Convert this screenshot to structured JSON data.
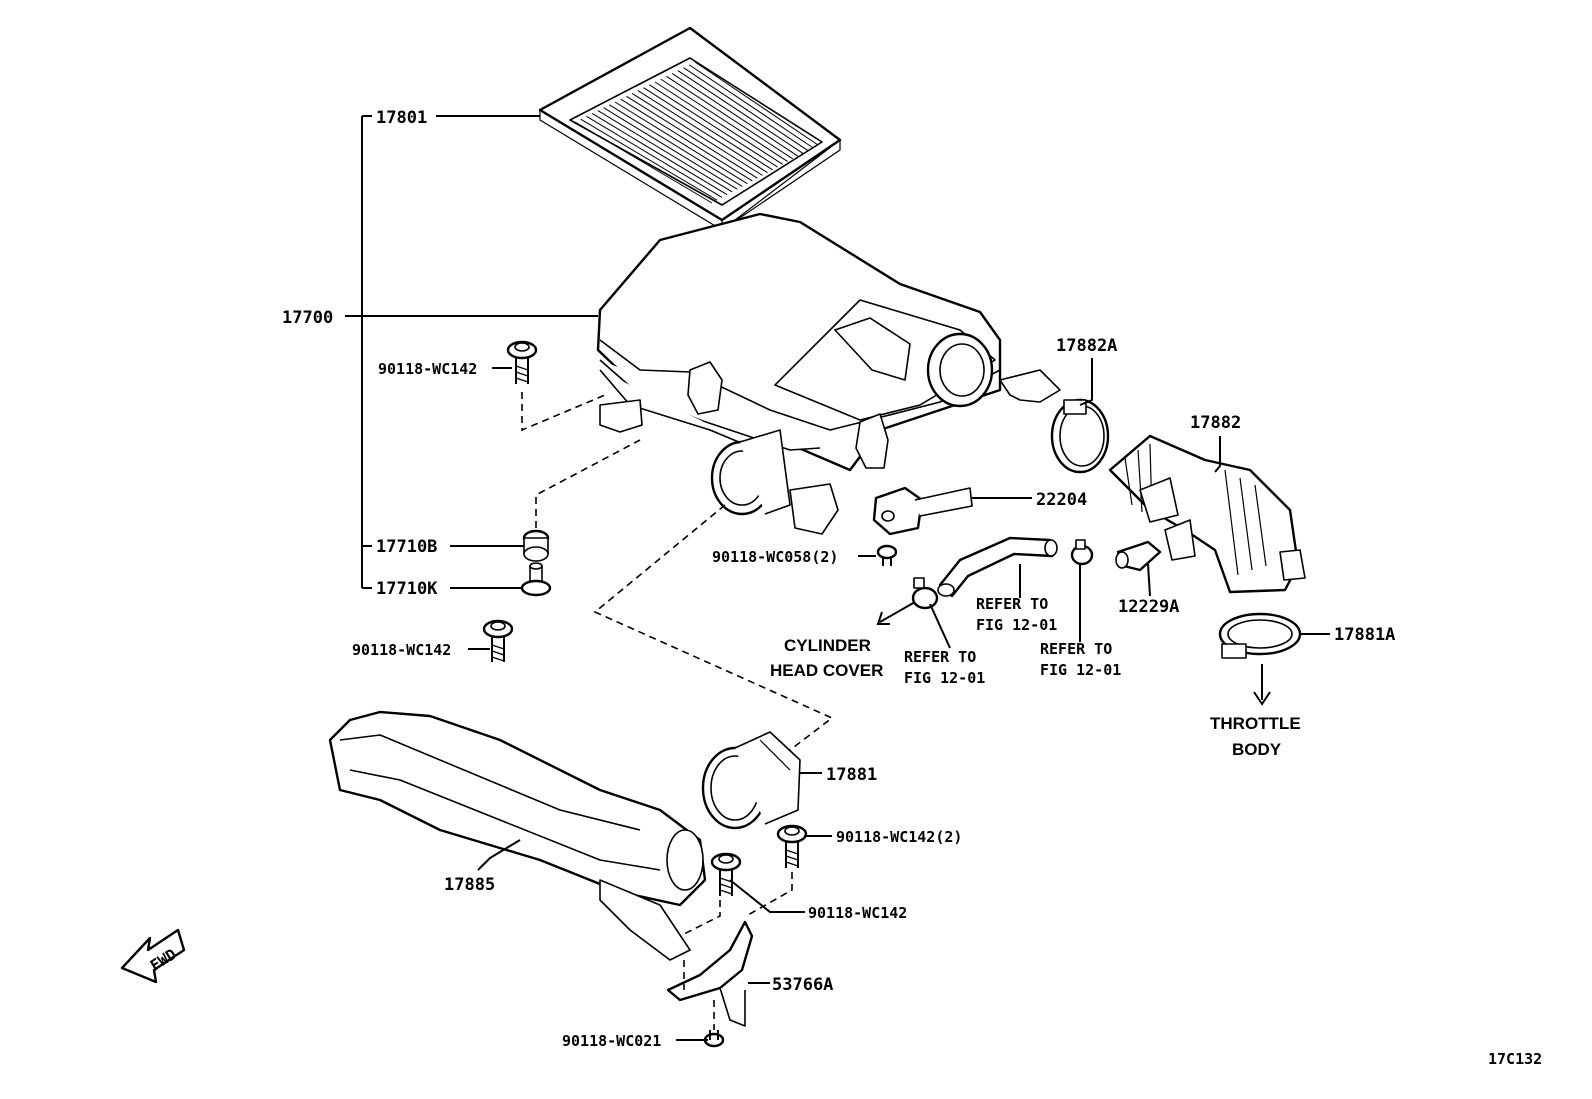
{
  "diagram_code": "17C132",
  "fwd_label": "FWD",
  "parts": {
    "p17801": "17801",
    "p17700": "17700",
    "p17710B": "17710B",
    "p17710K": "17710K",
    "bolt_top": "90118-WC142",
    "bolt_mid": "90118-WC142",
    "bolt_058": "90118-WC058(2)",
    "p22204": "22204",
    "p17882A": "17882A",
    "p17882": "17882",
    "p12229A": "12229A",
    "p17881A": "17881A",
    "p17881": "17881",
    "bolt_142_2": "90118-WC142(2)",
    "bolt_142_low": "90118-WC142",
    "p17885": "17885",
    "p53766A": "53766A",
    "bolt_021": "90118-WC021"
  },
  "notes": {
    "cyl_line1": "CYLINDER",
    "cyl_line2": "HEAD COVER",
    "refer1_line1": "REFER TO",
    "refer1_line2": "FIG 12-01",
    "refer2_line1": "REFER TO",
    "refer2_line2": "FIG 12-01",
    "refer3_line1": "REFER TO",
    "refer3_line2": "FIG 12-01",
    "throttle_line1": "THROTTLE",
    "throttle_line2": "BODY"
  }
}
